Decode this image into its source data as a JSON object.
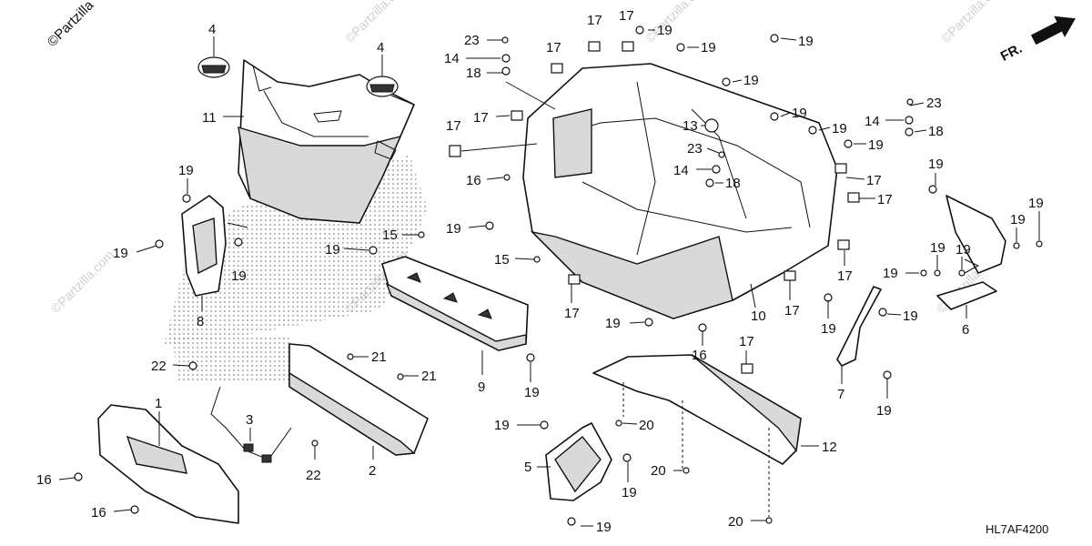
{
  "watermark": {
    "brand": "©Partzilla",
    "faint": "©Partzilla.com"
  },
  "direction_label": "FR.",
  "diagram_code": "HL7AF4200",
  "callouts": [
    {
      "id": "c-4a",
      "text": "4"
    },
    {
      "id": "c-4b",
      "text": "4"
    },
    {
      "id": "c-11",
      "text": "11"
    },
    {
      "id": "c-19-1",
      "text": "19"
    },
    {
      "id": "c-19-2",
      "text": "19"
    },
    {
      "id": "c-19-3",
      "text": "19"
    },
    {
      "id": "c-8",
      "text": "8"
    },
    {
      "id": "c-19-4",
      "text": "19"
    },
    {
      "id": "c-15a",
      "text": "15"
    },
    {
      "id": "c-15b",
      "text": "15"
    },
    {
      "id": "c-9",
      "text": "9"
    },
    {
      "id": "c-19-5",
      "text": "19"
    },
    {
      "id": "c-22a",
      "text": "22"
    },
    {
      "id": "c-21a",
      "text": "21"
    },
    {
      "id": "c-21b",
      "text": "21"
    },
    {
      "id": "c-1",
      "text": "1"
    },
    {
      "id": "c-3",
      "text": "3"
    },
    {
      "id": "c-22b",
      "text": "22"
    },
    {
      "id": "c-2",
      "text": "2"
    },
    {
      "id": "c-16a",
      "text": "16"
    },
    {
      "id": "c-16b",
      "text": "16"
    },
    {
      "id": "c-23a",
      "text": "23"
    },
    {
      "id": "c-14a",
      "text": "14"
    },
    {
      "id": "c-18a",
      "text": "18"
    },
    {
      "id": "c-17-1",
      "text": "17"
    },
    {
      "id": "c-17-2",
      "text": "17"
    },
    {
      "id": "c-17-3",
      "text": "17"
    },
    {
      "id": "c-17-4",
      "text": "17"
    },
    {
      "id": "c-17-5",
      "text": "17"
    },
    {
      "id": "c-16c",
      "text": "16"
    },
    {
      "id": "c-19-6",
      "text": "19"
    },
    {
      "id": "c-19-7",
      "text": "19"
    },
    {
      "id": "c-19-8",
      "text": "19"
    },
    {
      "id": "c-19-9",
      "text": "19"
    },
    {
      "id": "c-19-10",
      "text": "19"
    },
    {
      "id": "c-19-11",
      "text": "19"
    },
    {
      "id": "c-19-12",
      "text": "19"
    },
    {
      "id": "c-19-13",
      "text": "19"
    },
    {
      "id": "c-13",
      "text": "13"
    },
    {
      "id": "c-23b",
      "text": "23"
    },
    {
      "id": "c-14b",
      "text": "14"
    },
    {
      "id": "c-18b",
      "text": "18"
    },
    {
      "id": "c-23c",
      "text": "23"
    },
    {
      "id": "c-14c",
      "text": "14"
    },
    {
      "id": "c-18c",
      "text": "18"
    },
    {
      "id": "c-17-6",
      "text": "17"
    },
    {
      "id": "c-17-7",
      "text": "17"
    },
    {
      "id": "c-17-8",
      "text": "17"
    },
    {
      "id": "c-17-9",
      "text": "17"
    },
    {
      "id": "c-17-10",
      "text": "17"
    },
    {
      "id": "c-17-11",
      "text": "17"
    },
    {
      "id": "c-10",
      "text": "10"
    },
    {
      "id": "c-19-14",
      "text": "19"
    },
    {
      "id": "c-16d",
      "text": "16"
    },
    {
      "id": "c-19-15",
      "text": "19"
    },
    {
      "id": "c-19-16",
      "text": "19"
    },
    {
      "id": "c-19-17",
      "text": "19"
    },
    {
      "id": "c-19-18",
      "text": "19"
    },
    {
      "id": "c-19-19",
      "text": "19"
    },
    {
      "id": "c-19-20",
      "text": "19"
    },
    {
      "id": "c-6",
      "text": "6"
    },
    {
      "id": "c-19-21",
      "text": "19"
    },
    {
      "id": "c-19-22",
      "text": "19"
    },
    {
      "id": "c-7",
      "text": "7"
    },
    {
      "id": "c-19-23",
      "text": "19"
    },
    {
      "id": "c-12",
      "text": "12"
    },
    {
      "id": "c-20a",
      "text": "20"
    },
    {
      "id": "c-20b",
      "text": "20"
    },
    {
      "id": "c-20c",
      "text": "20"
    },
    {
      "id": "c-5",
      "text": "5"
    },
    {
      "id": "c-19-24",
      "text": "19"
    },
    {
      "id": "c-19-25",
      "text": "19"
    },
    {
      "id": "c-19-26",
      "text": "19"
    }
  ]
}
